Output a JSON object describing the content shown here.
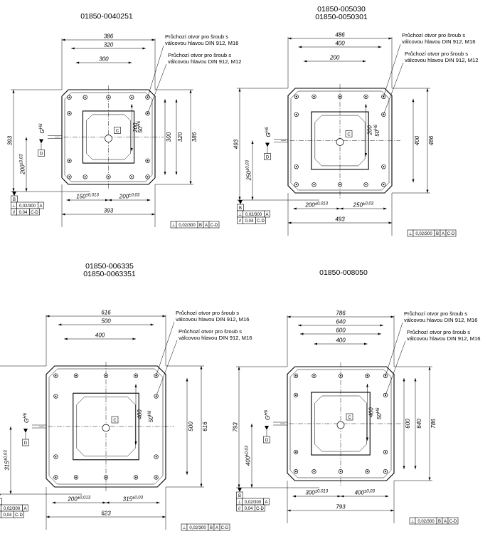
{
  "drawings": [
    {
      "id": "v1",
      "titles": [
        "01850-0040251"
      ],
      "note_m16": [
        "Průchozí otvor pro šroub s",
        "válcovou hlavou DIN 912, M16"
      ],
      "note_m12": [
        "Průchozí otvor pro šroub s",
        "válcovou hlavou DIN 912, M12"
      ],
      "width_outer": "386",
      "width_mid": "320",
      "width_inner": "300",
      "height_overall": "393",
      "height_outer_right": "386",
      "height_mid_right": "320",
      "height_inner_right": "300",
      "height_pocket": "200",
      "bore": "50",
      "bore_tol": "H6",
      "shaft": "G",
      "shaft_tol": "H6",
      "left_vertical": "200",
      "left_vertical_tol": "±0,03",
      "bottom_left": "150",
      "bottom_left_tol": "±0,013",
      "bottom_right": "200",
      "bottom_right_tol": "±0,03",
      "width_overall": "393",
      "datum_b": "B",
      "datum_c": "C",
      "datum_d": "D",
      "tol_perp_sym": "⊥",
      "tol_perp_val": "0,02/300",
      "tol_perp_ref": "A",
      "tol_par_sym": "//",
      "tol_par_val": "0,04",
      "tol_par_ref": "C-D",
      "flat_sym": "⊥",
      "flat_val": "0,02/300",
      "flat_r1": "B",
      "flat_r2": "A",
      "flat_r3": "C-D"
    },
    {
      "id": "v2",
      "titles": [
        "01850-005030",
        "01850-0050301"
      ],
      "note_m16": [
        "Průchozí otvor pro šroub s",
        "válcovou hlavou DIN 912, M16"
      ],
      "note_m12": [
        "Průchozí otvor pro šroub s",
        "válcovou hlavou DIN 912, M12"
      ],
      "width_outer": "486",
      "width_mid": "400",
      "width_inner": "200",
      "height_overall": "493",
      "height_outer_right": "486",
      "height_mid_right": "400",
      "height_pocket": "200",
      "bore": "50",
      "bore_tol": "H6",
      "shaft": "G",
      "shaft_tol": "H6",
      "left_vertical": "250",
      "left_vertical_tol": "±0,03",
      "bottom_left": "200",
      "bottom_left_tol": "±0,013",
      "bottom_right": "250",
      "bottom_right_tol": "±0,03",
      "width_overall": "493",
      "datum_b": "B",
      "datum_c": "C",
      "datum_d": "D",
      "tol_perp_sym": "⊥",
      "tol_perp_val": "0,02/300",
      "tol_perp_ref": "A",
      "tol_par_sym": "//",
      "tol_par_val": "0,04",
      "tol_par_ref": "C-D",
      "flat_sym": "⊥",
      "flat_val": "0,02/300",
      "flat_r1": "B",
      "flat_r2": "A",
      "flat_r3": "C-D"
    },
    {
      "id": "v3",
      "titles": [
        "01850-006335",
        "01850-0063351"
      ],
      "note_m16": [
        "Průchozí otvor pro šroub s",
        "válcovou hlavou DIN 912, M16"
      ],
      "note_m12": [
        "Průchozí otvor pro šroub s",
        "válcovou hlavou DIN 912, M16"
      ],
      "width_outer": "616",
      "width_mid": "500",
      "width_inner": "400",
      "height_overall": "623",
      "height_outer_right": "616",
      "height_mid_right": "500",
      "height_pocket": "400",
      "bore": "50",
      "bore_tol": "H6",
      "shaft": "G",
      "shaft_tol": "H6",
      "left_vertical": "315",
      "left_vertical_tol": "±0,03",
      "bottom_left": "200",
      "bottom_left_tol": "±0,013",
      "bottom_right": "315",
      "bottom_right_tol": "±0,03",
      "width_overall": "623",
      "datum_b": "B",
      "datum_c": "C",
      "datum_d": "D",
      "tol_perp_sym": "⊥",
      "tol_perp_val": "0,02/300",
      "tol_perp_ref": "A",
      "tol_par_sym": "//",
      "tol_par_val": "0,04",
      "tol_par_ref": "C-D",
      "flat_sym": "⊥",
      "flat_val": "0,02/300",
      "flat_r1": "B",
      "flat_r2": "A",
      "flat_r3": "C-D"
    },
    {
      "id": "v4",
      "titles": [
        "01850-008050"
      ],
      "note_m16": [
        "Průchozí otvor pro šroub s",
        "válcovou hlavou DIN 912, M16"
      ],
      "note_m12": [
        "Průchozí otvor pro šroub s",
        "válcovou hlavou DIN 912, M16"
      ],
      "width_outer": "786",
      "width_mid": "640",
      "width_inner": "600",
      "width_inner2": "400",
      "height_overall": "793",
      "height_outer_right": "786",
      "height_mid_right": "640",
      "height_inner_right": "600",
      "height_pocket": "400",
      "bore": "50",
      "bore_tol": "H6",
      "shaft": "G",
      "shaft_tol": "H6",
      "left_vertical": "400",
      "left_vertical_tol": "±0,03",
      "bottom_left": "300",
      "bottom_left_tol": "±0,013",
      "bottom_right": "400",
      "bottom_right_tol": "±0,03",
      "width_overall": "793",
      "datum_b": "B",
      "datum_c": "C",
      "datum_d": "D",
      "tol_perp_sym": "⊥",
      "tol_perp_val": "0,02/300",
      "tol_perp_ref": "A",
      "tol_par_sym": "//",
      "tol_par_val": "0,04",
      "tol_par_ref": "C-D",
      "flat_sym": "⊥",
      "flat_val": "0,02/300",
      "flat_r1": "B",
      "flat_r2": "A",
      "flat_r3": "C-D"
    }
  ]
}
